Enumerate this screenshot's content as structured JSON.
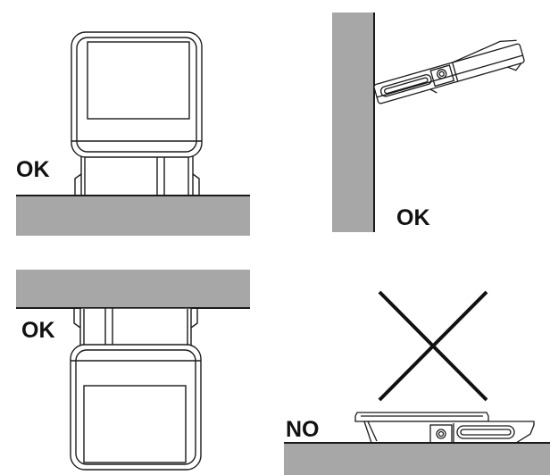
{
  "panels": [
    {
      "id": "floor-mount",
      "status": "OK"
    },
    {
      "id": "wall-mount",
      "status": "OK"
    },
    {
      "id": "ceiling-mount",
      "status": "OK"
    },
    {
      "id": "flat-on-floor",
      "status": "NO"
    }
  ],
  "colors": {
    "surface": "#a7a7a7",
    "outline": "#1a1a1a",
    "cross": "#111111",
    "background": "#ffffff"
  }
}
